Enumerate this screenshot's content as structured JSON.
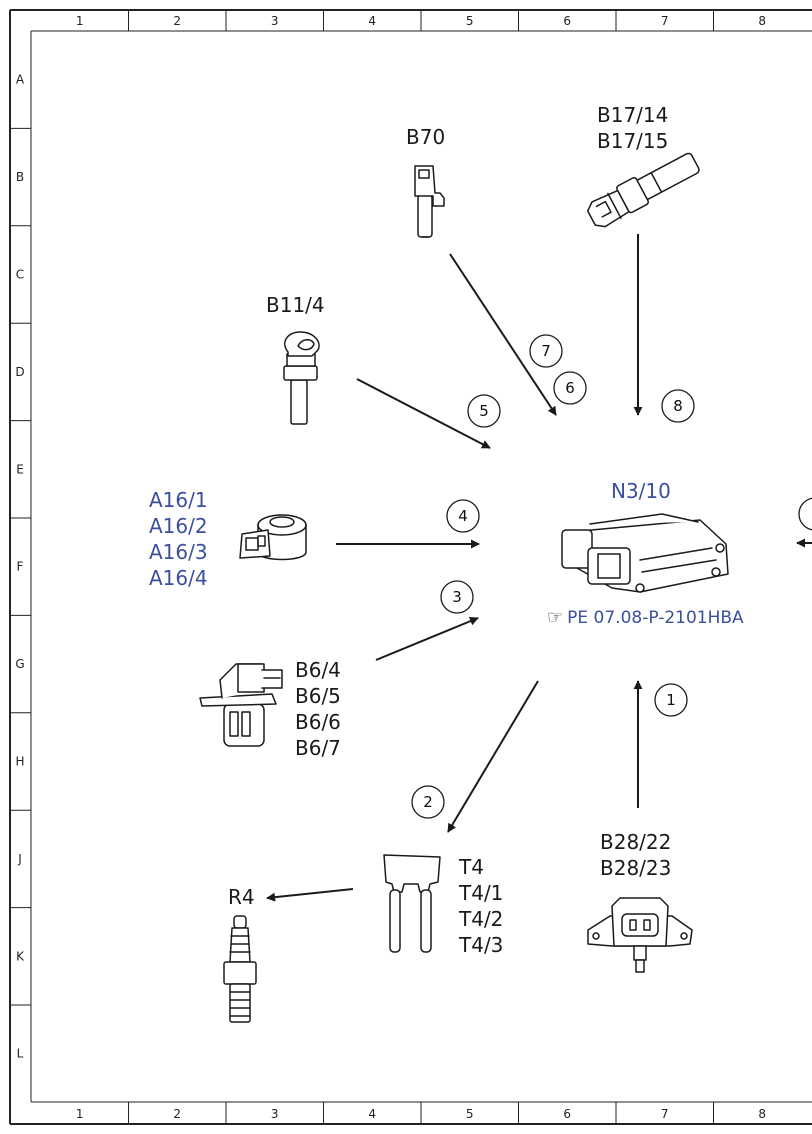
{
  "grid": {
    "columns": [
      "1",
      "2",
      "3",
      "4",
      "5",
      "6",
      "7",
      "8"
    ],
    "rows": [
      "A",
      "B",
      "C",
      "D",
      "E",
      "F",
      "G",
      "H",
      "J",
      "K",
      "L"
    ]
  },
  "components": {
    "b70": "B70",
    "b17": [
      "B17/14",
      "B17/15"
    ],
    "b11": "B11/4",
    "a16": [
      "A16/1",
      "A16/2",
      "A16/3",
      "A16/4"
    ],
    "n3": "N3/10",
    "ref": "PE 07.08-P-2101HBA",
    "b6": [
      "B6/4",
      "B6/5",
      "B6/6",
      "B6/7"
    ],
    "t4": [
      "T4",
      "T4/1",
      "T4/2",
      "T4/3"
    ],
    "r4": "R4",
    "b28": [
      "B28/22",
      "B28/23"
    ]
  },
  "arrow_numbers": [
    "1",
    "2",
    "3",
    "4",
    "5",
    "6",
    "7",
    "8"
  ]
}
